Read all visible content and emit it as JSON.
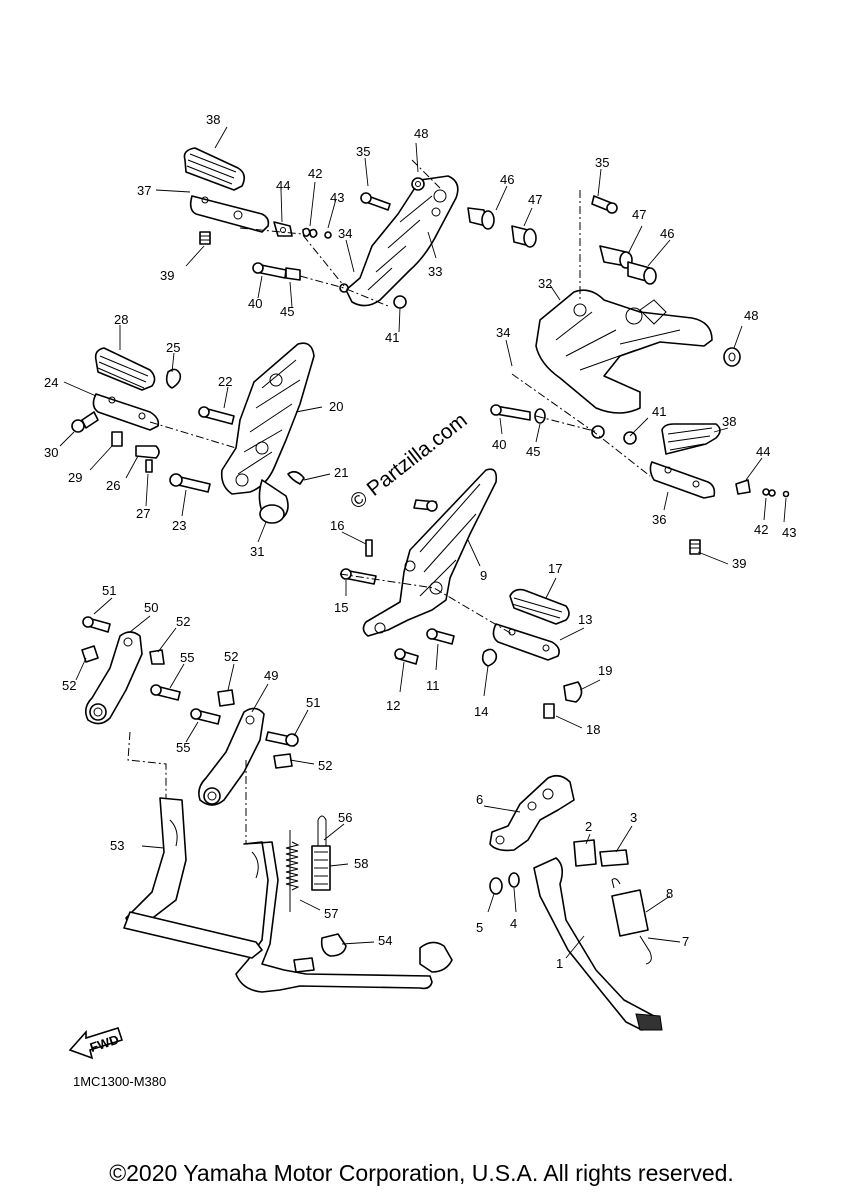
{
  "watermark": "© Partzilla.com",
  "fwd_badge": "FWD",
  "drawing_code": "1MC1300-M380",
  "copyright": "©2020 Yamaha Motor Corporation, U.S.A. All rights reserved.",
  "labels": {
    "l38a": "38",
    "l48a": "48",
    "l35a": "35",
    "l37": "37",
    "l44a": "44",
    "l42a": "42",
    "l43a": "43",
    "l46a": "46",
    "l47a": "47",
    "l34a": "34",
    "l33": "33",
    "l39a": "39",
    "l40a": "40",
    "l45a": "45",
    "l41a": "41",
    "l35b": "35",
    "l47b": "47",
    "l46b": "46",
    "l32": "32",
    "l48b": "48",
    "l28": "28",
    "l25": "25",
    "l24": "24",
    "l22": "22",
    "l20": "20",
    "l30": "30",
    "l29": "29",
    "l26": "26",
    "l27": "27",
    "l21": "21",
    "l23": "23",
    "l31": "31",
    "l34b": "34",
    "l40b": "40",
    "l45b": "45",
    "l41b": "41",
    "l38b": "38",
    "l44b": "44",
    "l36": "36",
    "l42b": "42",
    "l43b": "43",
    "l39b": "39",
    "l16": "16",
    "l9": "9",
    "l15": "15",
    "l17": "17",
    "l13": "13",
    "l19": "19",
    "l11": "11",
    "l12": "12",
    "l14": "14",
    "l18": "18",
    "l51a": "51",
    "l50": "50",
    "l52a": "52",
    "l52b": "52",
    "l55a": "55",
    "l52c": "52",
    "l49": "49",
    "l51b": "51",
    "l55b": "55",
    "l52d": "52",
    "l6": "6",
    "l2": "2",
    "l3": "3",
    "l53": "53",
    "l56": "56",
    "l58": "58",
    "l57": "57",
    "l8": "8",
    "l5": "5",
    "l4": "4",
    "l7": "7",
    "l1": "1",
    "l54": "54"
  }
}
